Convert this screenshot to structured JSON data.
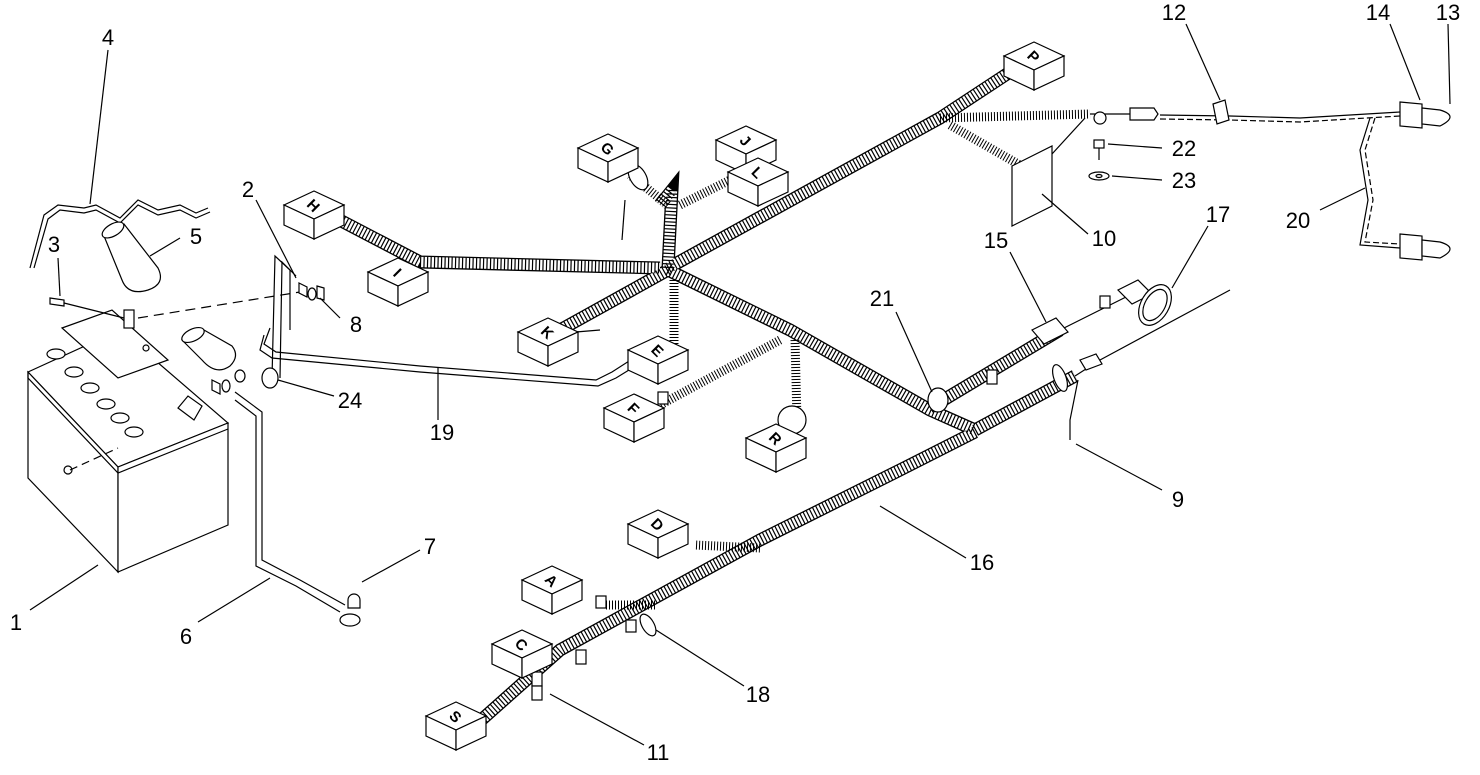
{
  "callouts": [
    {
      "id": "c1",
      "label": "1"
    },
    {
      "id": "c2",
      "label": "2"
    },
    {
      "id": "c3",
      "label": "3"
    },
    {
      "id": "c4",
      "label": "4"
    },
    {
      "id": "c5",
      "label": "5"
    },
    {
      "id": "c6",
      "label": "6"
    },
    {
      "id": "c7",
      "label": "7"
    },
    {
      "id": "c8",
      "label": "8"
    },
    {
      "id": "c9",
      "label": "9"
    },
    {
      "id": "c10",
      "label": "10"
    },
    {
      "id": "c11",
      "label": "11"
    },
    {
      "id": "c12",
      "label": "12"
    },
    {
      "id": "c13",
      "label": "13"
    },
    {
      "id": "c14",
      "label": "14"
    },
    {
      "id": "c15",
      "label": "15"
    },
    {
      "id": "c16",
      "label": "16"
    },
    {
      "id": "c17",
      "label": "17"
    },
    {
      "id": "c18",
      "label": "18"
    },
    {
      "id": "c19",
      "label": "19"
    },
    {
      "id": "c20",
      "label": "20"
    },
    {
      "id": "c21",
      "label": "21"
    },
    {
      "id": "c22",
      "label": "22"
    },
    {
      "id": "c23",
      "label": "23"
    },
    {
      "id": "c24",
      "label": "24"
    }
  ],
  "connectors": [
    {
      "id": "H",
      "label": "H"
    },
    {
      "id": "G",
      "label": "G"
    },
    {
      "id": "J",
      "label": "J"
    },
    {
      "id": "L",
      "label": "L"
    },
    {
      "id": "P",
      "label": "P"
    },
    {
      "id": "I",
      "label": "I"
    },
    {
      "id": "K",
      "label": "K"
    },
    {
      "id": "E",
      "label": "E"
    },
    {
      "id": "F",
      "label": "F"
    },
    {
      "id": "R",
      "label": "R"
    },
    {
      "id": "D",
      "label": "D"
    },
    {
      "id": "A",
      "label": "A"
    },
    {
      "id": "C",
      "label": "C"
    },
    {
      "id": "S",
      "label": "S"
    }
  ]
}
